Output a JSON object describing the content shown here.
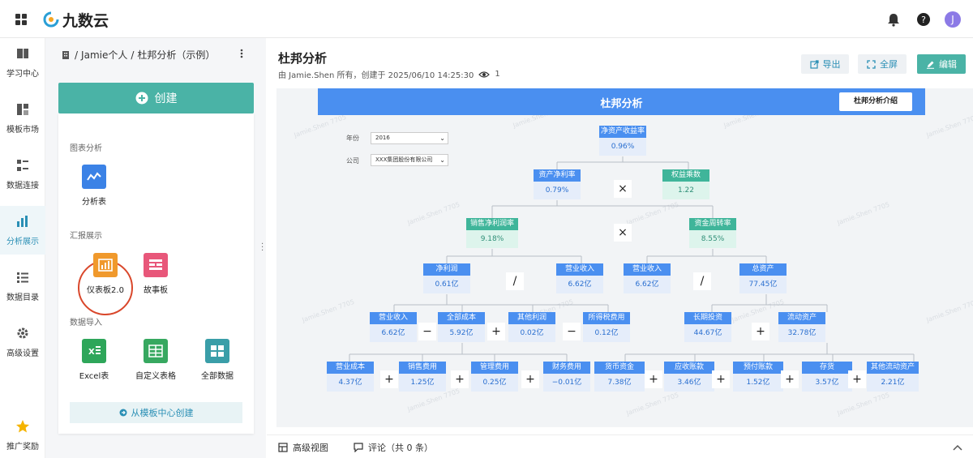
{
  "app": {
    "name": "九数云",
    "avatar_letter": "J"
  },
  "nav": {
    "items": [
      "学习中心",
      "模板市场",
      "数据连接",
      "分析展示",
      "数据目录",
      "高级设置",
      "推广奖励"
    ]
  },
  "panel": {
    "breadcrumb": {
      "sep": "/",
      "user": "Jamie个人",
      "current": "杜邦分析（示例）"
    },
    "create_label": "创建",
    "sections": {
      "chart": "图表分析",
      "report": "汇报展示",
      "import": "数据导入"
    },
    "tiles": {
      "analysis": "分析表",
      "dashboard": "仪表板2.0",
      "story": "故事板",
      "excel": "Excel表",
      "custom": "自定义表格",
      "all": "全部数据"
    },
    "template_label": "从模板中心创建"
  },
  "main": {
    "title": "杜邦分析",
    "meta": "由 Jamie.Shen 所有，创建于 2025/06/10 14:25:30",
    "views": "1",
    "actions": {
      "export": "导出",
      "fullscreen": "全屏",
      "edit": "编辑"
    },
    "bottom": {
      "advanced": "高级视图",
      "comments": "评论（共 0 条）"
    }
  },
  "dashboard": {
    "banner_title": "杜邦分析",
    "intro_button": "杜邦分析介绍",
    "filters": {
      "year_label": "年份",
      "year_value": "2016",
      "company_label": "公司",
      "company_value": "XXX集团股份有限公司"
    },
    "watermark": "Jamie.Shen 7705",
    "kpis": {
      "roe": {
        "label": "净资产收益率",
        "value": "0.96%"
      },
      "roa": {
        "label": "资产净利率",
        "value": "0.79%"
      },
      "equity_multiplier": {
        "label": "权益乘数",
        "value": "1.22"
      },
      "net_margin": {
        "label": "销售净利润率",
        "value": "9.18%"
      },
      "asset_turnover": {
        "label": "资金周转率",
        "value": "8.55%"
      },
      "net_profit": {
        "label": "净利润",
        "value": "0.61亿"
      },
      "revenue_a": {
        "label": "营业收入",
        "value": "6.62亿"
      },
      "revenue_b": {
        "label": "营业收入",
        "value": "6.62亿"
      },
      "total_assets": {
        "label": "总资产",
        "value": "77.45亿"
      },
      "revenue_c": {
        "label": "营业收入",
        "value": "6.62亿"
      },
      "total_cost": {
        "label": "全部成本",
        "value": "5.92亿"
      },
      "other_profit": {
        "label": "其他利润",
        "value": "0.02亿"
      },
      "income_tax": {
        "label": "所得税费用",
        "value": "0.12亿"
      },
      "lt_investment": {
        "label": "长期投资",
        "value": "44.67亿"
      },
      "current_assets": {
        "label": "流动资产",
        "value": "32.78亿"
      },
      "op_cost": {
        "label": "营业成本",
        "value": "4.37亿"
      },
      "selling_exp": {
        "label": "销售费用",
        "value": "1.25亿"
      },
      "admin_exp": {
        "label": "管理费用",
        "value": "0.25亿"
      },
      "fin_exp": {
        "label": "财务费用",
        "value": "−0.01亿"
      },
      "cash": {
        "label": "货币资金",
        "value": "7.38亿"
      },
      "receivables": {
        "label": "应收账款",
        "value": "3.46亿"
      },
      "prepayments": {
        "label": "预付账款",
        "value": "1.52亿"
      },
      "inventory": {
        "label": "存货",
        "value": "3.57亿"
      },
      "other_current": {
        "label": "其他流动资产",
        "value": "2.21亿"
      }
    },
    "operators": {
      "times": "×",
      "divide": "/",
      "minus": "−",
      "plus": "+"
    }
  }
}
